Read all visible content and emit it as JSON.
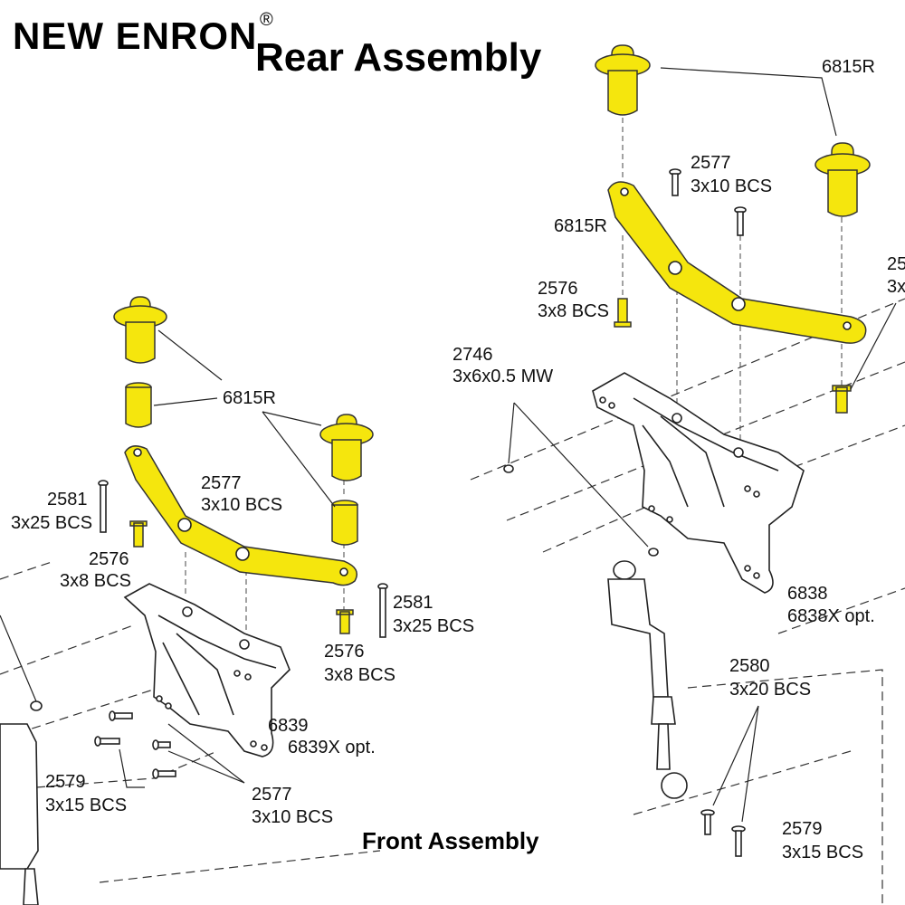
{
  "header": {
    "brand": "NEW ENRON",
    "registered": "®",
    "title": "Rear Assembly"
  },
  "footer": {
    "front_assembly": "Front Assembly"
  },
  "colors": {
    "highlight": "#f5e60d",
    "line": "#222222"
  },
  "labels": {
    "r_6815r_top": "6815R",
    "r_6815r_mid": "6815R",
    "r_2577_num": "2577",
    "r_2577_desc": "3x10 BCS",
    "r_2576_num": "2576",
    "r_2576_desc": "3x8 BCS",
    "r_2746_num": "2746",
    "r_2746_desc": "3x6x0.5 MW",
    "r_25_cut_num": "25",
    "r_25_cut_desc": "3x",
    "r_6838_num": "6838",
    "r_6838_desc": "6838X opt.",
    "r_2580_num": "2580",
    "r_2580_desc": "3x20 BCS",
    "r_2579_num": "2579",
    "r_2579_desc": "3x15 BCS",
    "f_6815r": "6815R",
    "f_2577_num": "2577",
    "f_2577_desc": "3x10 BCS",
    "f_2581a_num": "2581",
    "f_2581a_desc": "3x25 BCS",
    "f_2576a_num": "2576",
    "f_2576a_desc": "3x8 BCS",
    "f_2581b_num": "2581",
    "f_2581b_desc": "3x25 BCS",
    "f_2576b_num": "2576",
    "f_2576b_desc": "3x8 BCS",
    "f_6839_num": "6839",
    "f_6839_desc": "6839X opt.",
    "f_2579_num": "2579",
    "f_2579_desc": "3x15 BCS",
    "f_2577b_num": "2577",
    "f_2577b_desc": "3x10 BCS"
  }
}
